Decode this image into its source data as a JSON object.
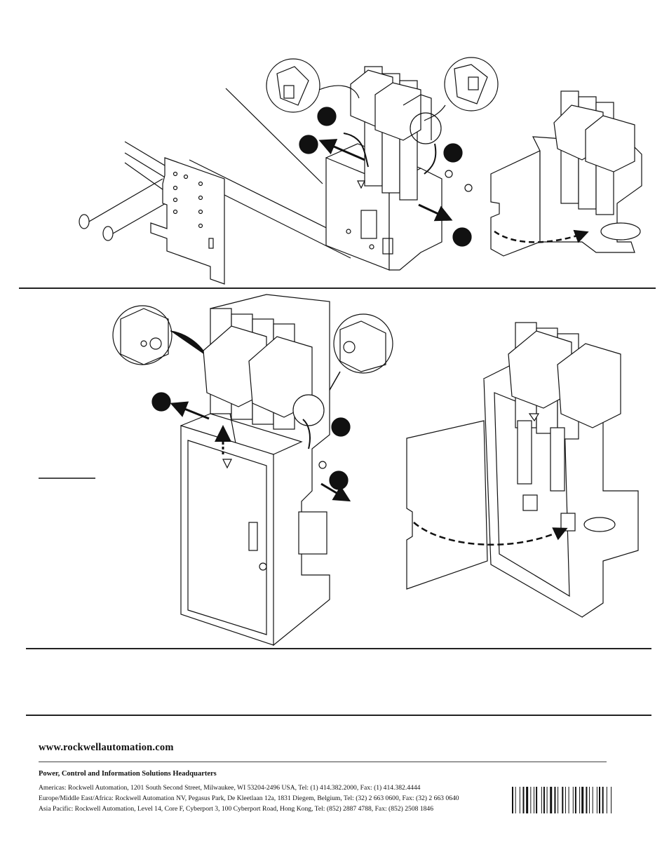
{
  "footer": {
    "website": "www.rockwellautomation.com",
    "headquarters_title": "Power, Control and Information Solutions Headquarters",
    "addresses": [
      "Americas: Rockwell Automation, 1201 South Second Street, Milwaukee, WI 53204-2496 USA, Tel: (1) 414.382.2000, Fax: (1) 414.382.4444",
      "Europe/Middle East/Africa: Rockwell Automation NV, Pegasus Park, De Kleetlaan 12a, 1831 Diegem, Belgium, Tel: (32) 2 663 0600, Fax: (32) 2 663 0640",
      "Asia Pacific: Rockwell Automation, Level 14, Core F, Cyberport 3, 100 Cyberport Road, Hong Kong, Tel: (852) 2887 4788, Fax: (852) 2508 1846"
    ]
  },
  "colors": {
    "ink": "#111111",
    "panel_fill": "#e6e6e6",
    "step_marker": "#111111"
  },
  "icons": [
    "step-marker-icon",
    "arrow-icon",
    "magnifier-callout-icon",
    "barcode-icon"
  ]
}
